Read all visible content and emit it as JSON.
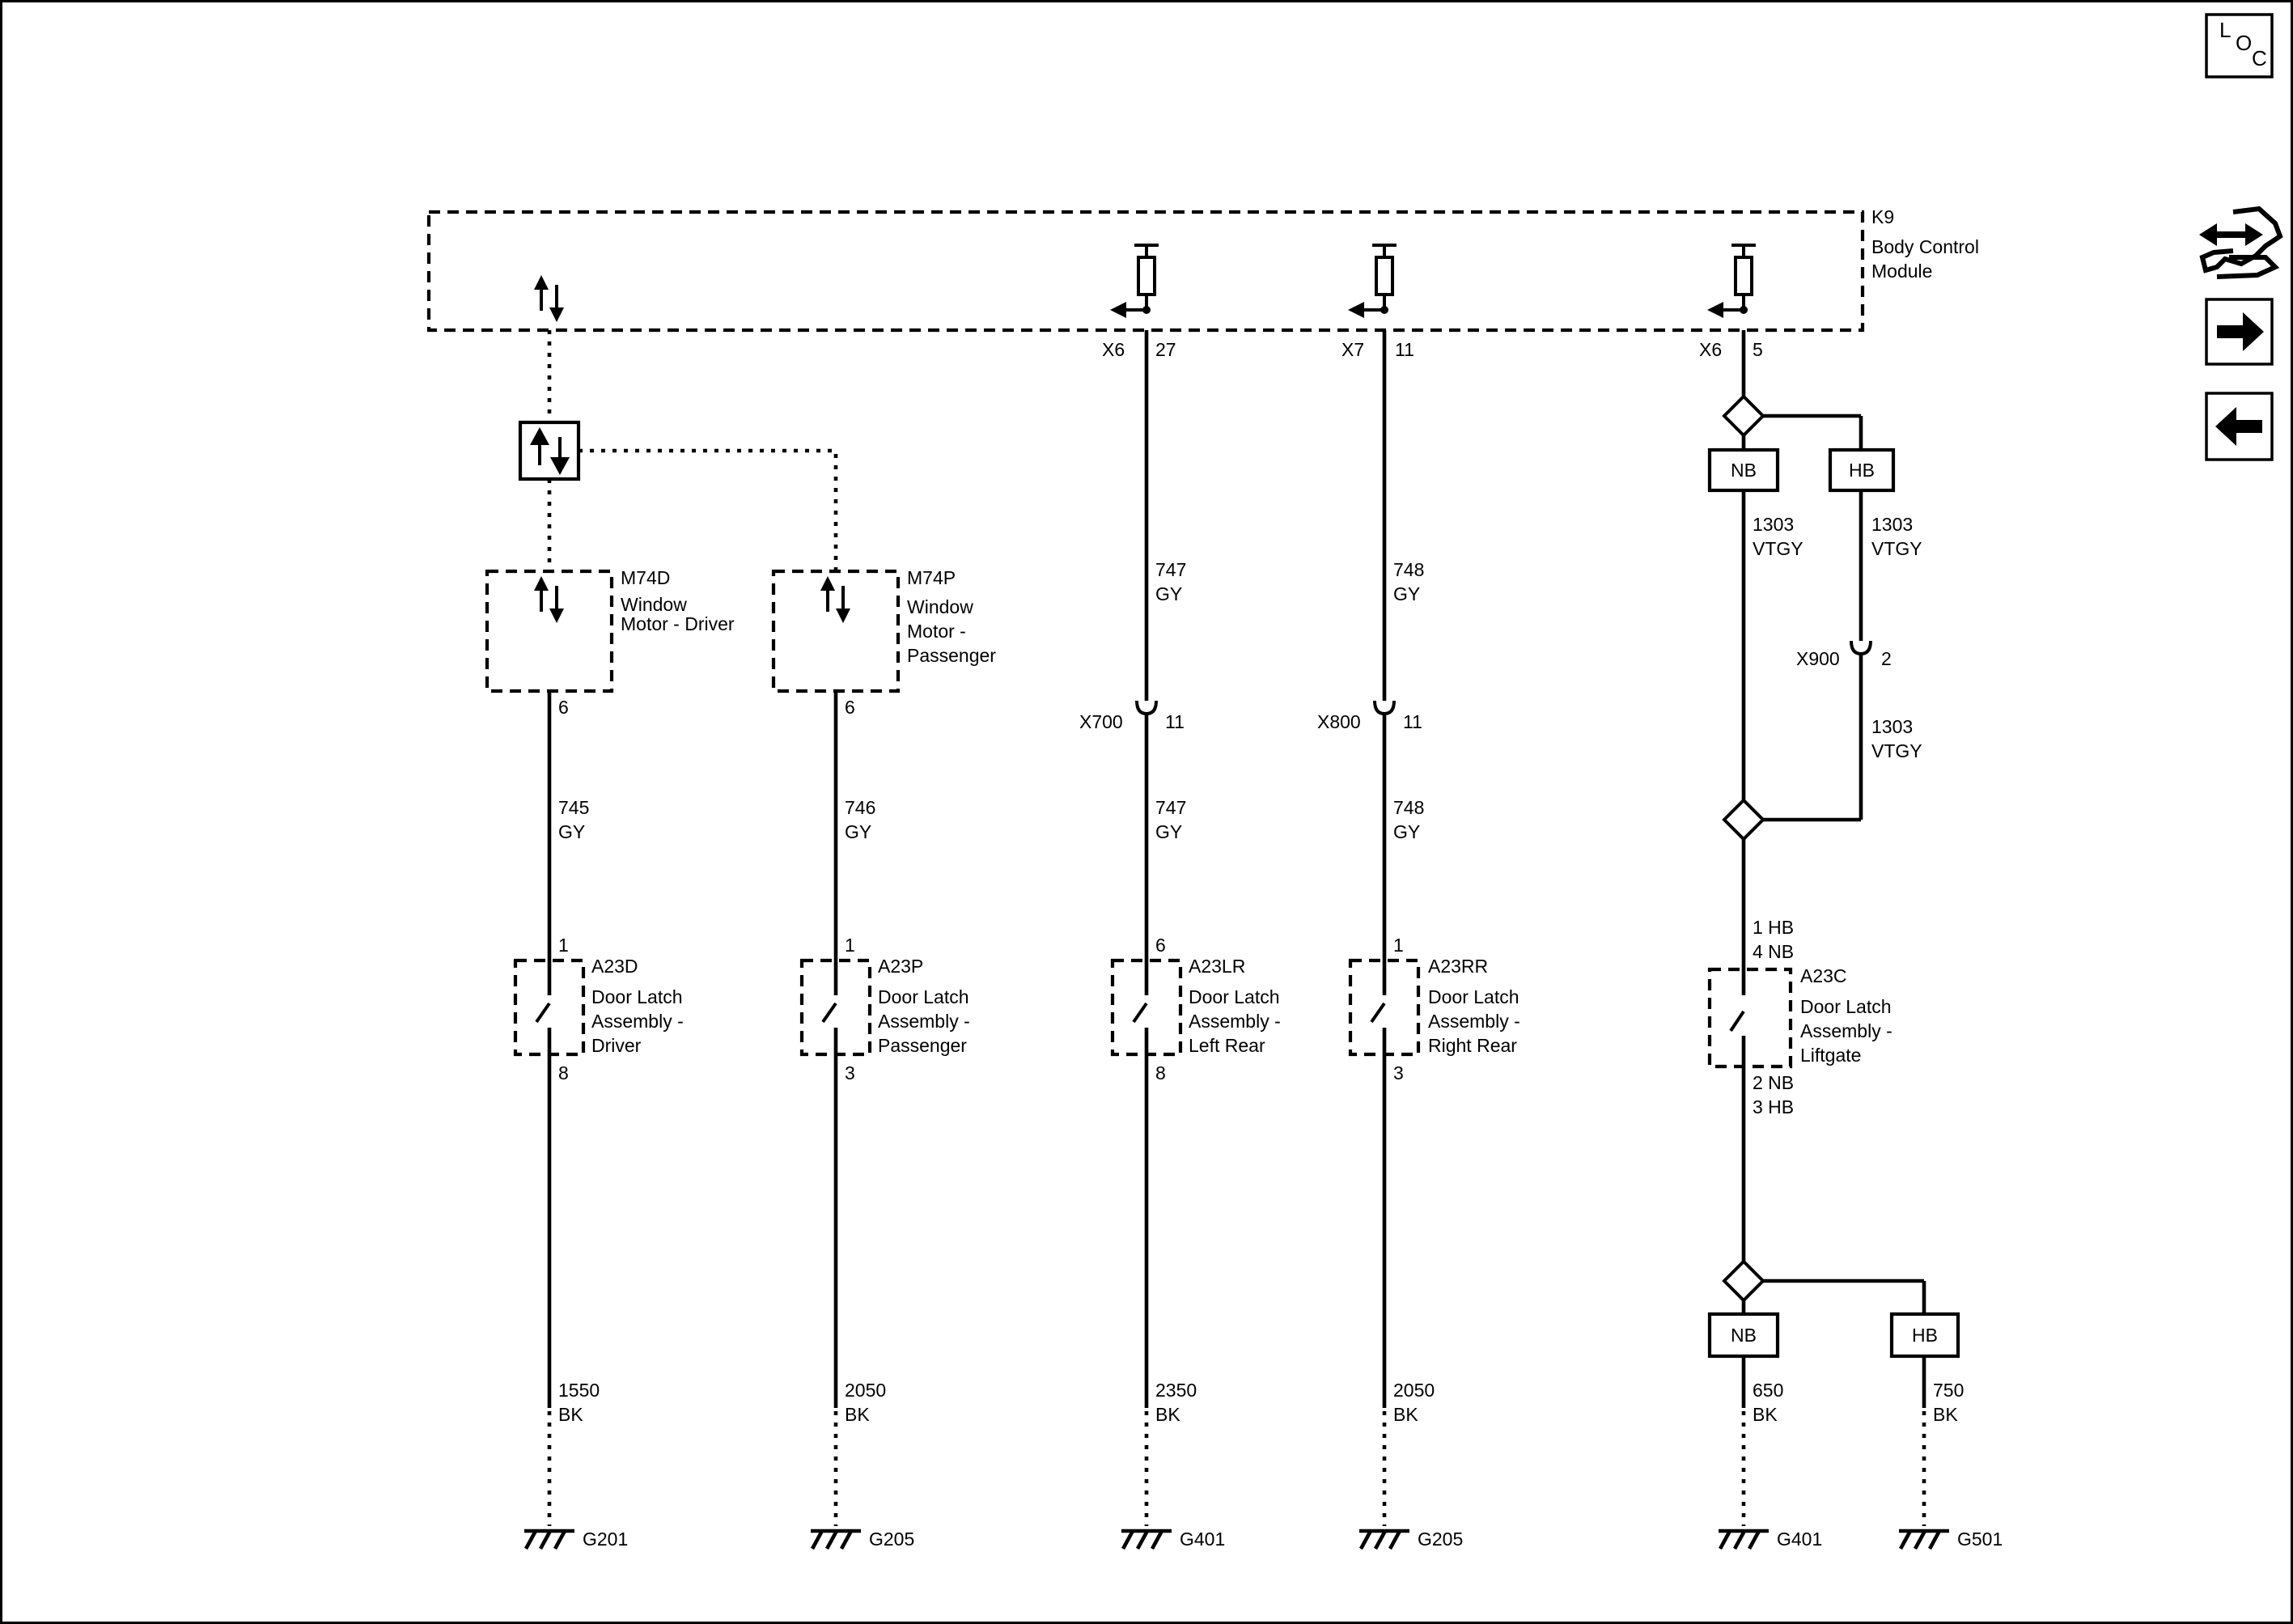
{
  "nav": {
    "loc": {
      "l": "L",
      "o": "O",
      "c": "C"
    }
  },
  "bcm": {
    "ref": "K9",
    "name_line1": "Body Control",
    "name_line2": "Module"
  },
  "bcm_pins": [
    {
      "connector": "X6",
      "pin": "27"
    },
    {
      "connector": "X7",
      "pin": "11"
    },
    {
      "connector": "X6",
      "pin": "5"
    }
  ],
  "window_motors": [
    {
      "ref": "M74D",
      "name_line1": "Window",
      "name_line2": "Motor - Driver",
      "name_line3": "",
      "pin": "6",
      "circuit": "745",
      "color": "GY"
    },
    {
      "ref": "M74P",
      "name_line1": "Window",
      "name_line2": "Motor -",
      "name_line3": "Passenger",
      "pin": "6",
      "circuit": "746",
      "color": "GY"
    }
  ],
  "rear_circuits": [
    {
      "circuit_upper": "747",
      "color_upper": "GY",
      "inline_connector": "X700",
      "inline_pin": "11",
      "circuit_lower": "747",
      "color_lower": "GY"
    },
    {
      "circuit_upper": "748",
      "color_upper": "GY",
      "inline_connector": "X800",
      "inline_pin": "11",
      "circuit_lower": "748",
      "color_lower": "GY"
    }
  ],
  "door_latches": [
    {
      "ref": "A23D",
      "name_line1": "Door Latch",
      "name_line2": "Assembly -",
      "name_line3": "Driver",
      "pin_top": "1",
      "pin_bottom": "8",
      "ground_circuit": "1550",
      "ground_color": "BK",
      "ground": "G201"
    },
    {
      "ref": "A23P",
      "name_line1": "Door Latch",
      "name_line2": "Assembly -",
      "name_line3": "Passenger",
      "pin_top": "1",
      "pin_bottom": "3",
      "ground_circuit": "2050",
      "ground_color": "BK",
      "ground": "G205"
    },
    {
      "ref": "A23LR",
      "name_line1": "Door Latch",
      "name_line2": "Assembly -",
      "name_line3": "Left Rear",
      "pin_top": "6",
      "pin_bottom": "8",
      "ground_circuit": "2350",
      "ground_color": "BK",
      "ground": "G401"
    },
    {
      "ref": "A23RR",
      "name_line1": "Door Latch",
      "name_line2": "Assembly -",
      "name_line3": "Right Rear",
      "pin_top": "1",
      "pin_bottom": "3",
      "ground_circuit": "2050",
      "ground_color": "BK",
      "ground": "G205"
    }
  ],
  "liftgate": {
    "option_nb": "NB",
    "option_hb": "HB",
    "nb_circuit": "1303",
    "nb_color": "VTGY",
    "hb_circuit": "1303",
    "hb_color": "VTGY",
    "inline_connector": "X900",
    "inline_pin": "2",
    "hb_lower_circuit": "1303",
    "hb_lower_color": "VTGY",
    "latch": {
      "ref": "A23C",
      "name_line1": "Door Latch",
      "name_line2": "Assembly -",
      "name_line3": "Liftgate",
      "pin_top_1": "1 HB",
      "pin_top_2": "4 NB",
      "pin_bottom_1": "2 NB",
      "pin_bottom_2": "3 HB"
    },
    "ground_nb": {
      "option": "NB",
      "circuit": "650",
      "color": "BK",
      "ground": "G401"
    },
    "ground_hb": {
      "option": "HB",
      "circuit": "750",
      "color": "BK",
      "ground": "G501"
    }
  }
}
